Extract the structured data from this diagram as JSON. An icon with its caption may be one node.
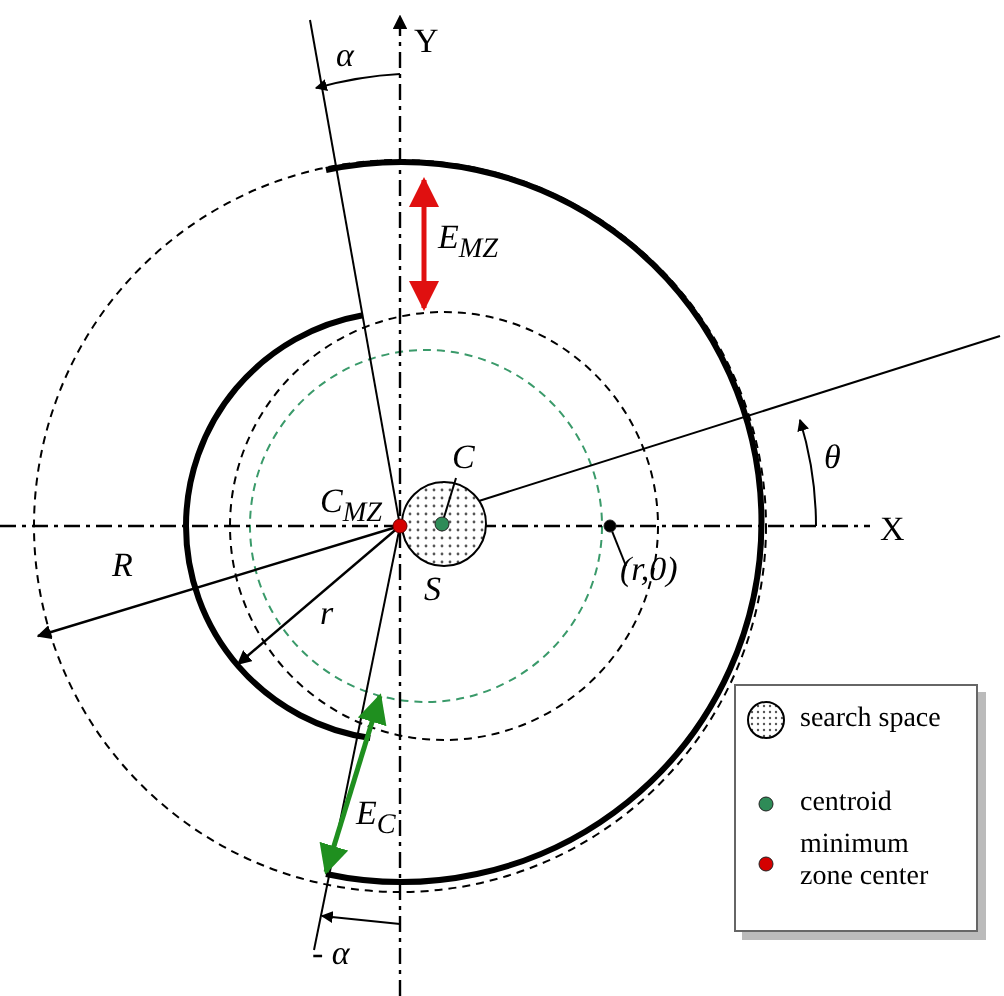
{
  "diagram": {
    "nodes": [
      {
        "text": [
          "C"
        ]
      },
      {
        "text": [],
        "shape": "circle"
      },
      {
        "text": [
          "(*r*,0)"
        ]
      },
      {
        "text": [],
        "shape": "circle"
      }
    ],
    "edges": [
      {
        "from": 0,
        "to": 1,
        "arrow": "none"
      },
      {
        "from": 2,
        "to": 3,
        "arrow": "none"
      }
    ],
    "labels": [
      "Y",
      "α",
      "E$_{MZ}$",
      "θ",
      "C$_{MZ}$",
      "X",
      "R",
      "S",
      "r",
      "E$_{C}$",
      "- α"
    ],
    "legend": [
      {
        "text": "search space"
      },
      {
        "text": "centroid",
        "color": "#2e8b57"
      },
      {
        "text": "minimum zone center",
        "color": "#d40000"
      }
    ]
  }
}
